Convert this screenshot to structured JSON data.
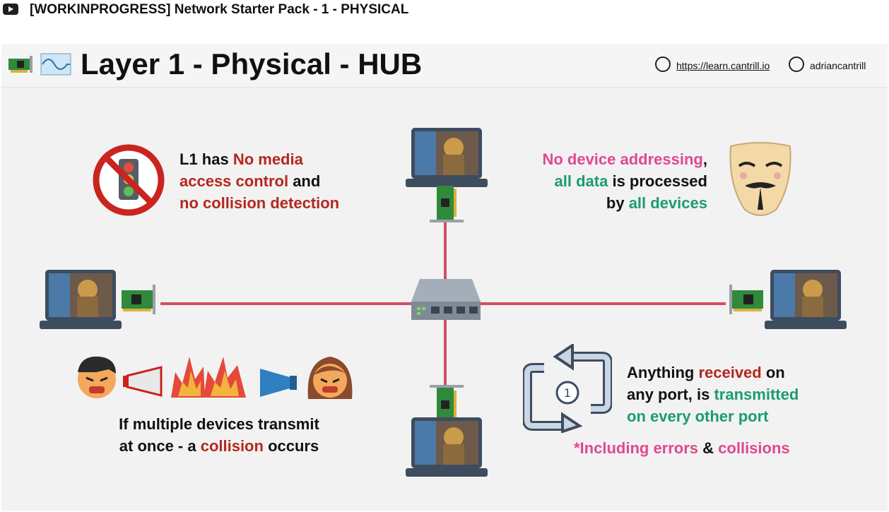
{
  "video": {
    "title": "[WORKINPROGRESS] Network Starter Pack - 1 - PHYSICAL"
  },
  "slide": {
    "title": "Layer 1 - Physical - HUB",
    "website": "https://learn.cantrill.io",
    "twitter": "adriancantrill"
  },
  "callouts": {
    "l1": {
      "l1a": "L1 has ",
      "l1b": "No media",
      "l2a": "access control",
      "l2b": " and",
      "l3": "no collision detection"
    },
    "addr": {
      "l1a": "No device addressing",
      "l1b": ",",
      "l2a": "all data",
      "l2b": " is processed",
      "l3a": "by ",
      "l3b": "all devices"
    },
    "collision": {
      "l1": "If multiple devices transmit",
      "l2a": "at once - a ",
      "l2b": "collision",
      "l2c": " occurs"
    },
    "repeat": {
      "l1a": "Anything ",
      "l1b": "received",
      "l1c": " on",
      "l2a": "any port, is ",
      "l2b": "transmitted",
      "l3": "on every other port",
      "l4a": "*Including errors",
      "l4b": " & ",
      "l4c": "collisions",
      "badge": "1"
    }
  },
  "colors": {
    "accent_red": "#b5271d",
    "accent_pink": "#e0498e",
    "accent_green": "#1c9b74",
    "wire": "#d14f62"
  },
  "icons": [
    "youtube-icon",
    "network-card-icon",
    "waveform-icon",
    "compass-icon",
    "twitter-icon",
    "no-traffic-light-icon",
    "anonymous-mask-icon",
    "laptop-icon",
    "hub-icon",
    "angry-face-icon",
    "megaphone-icon",
    "explosion-icon",
    "repeat-arrows-icon"
  ]
}
